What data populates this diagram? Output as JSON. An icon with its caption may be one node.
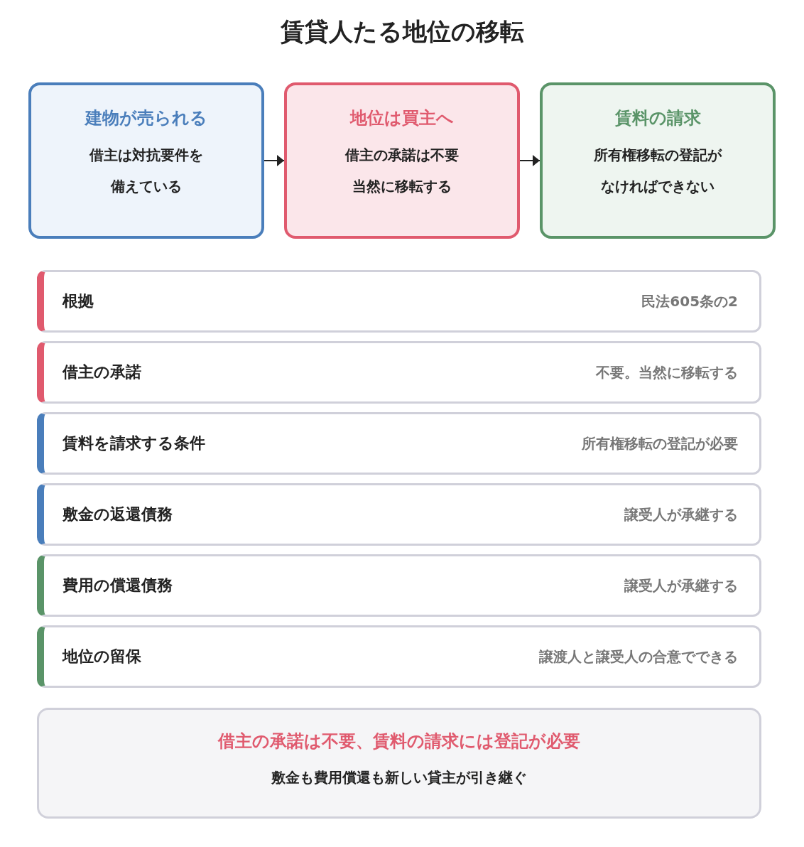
{
  "diagram": {
    "title": "賃貸人たる地位の移転",
    "nodes": [
      {
        "text": [
          "建物が売られる",
          "借主は対抗要件を備えている"
        ]
      },
      {
        "text": [
          "地位は買主へ",
          "借主の承諾は不要当然に移転する"
        ]
      },
      {
        "text": [
          "賃料の請求",
          "所有権移転の登記がなければできない"
        ]
      },
      {
        "text": [
          "根拠",
          "民法605条の2"
        ]
      },
      {
        "text": [
          "借主の承諾",
          "不要。当然に移転する"
        ]
      },
      {
        "text": [
          "賃料を請求する条件",
          "所有権移転の登記が必要"
        ]
      },
      {
        "text": [
          "敷金の返還債務",
          "譲受人が承継する"
        ]
      },
      {
        "text": [
          "費用の償還債務",
          "譲受人が承継する"
        ]
      },
      {
        "text": [
          "地位の留保",
          "譲渡人と譲受人の合意でできる"
        ]
      },
      {
        "text": [
          "借主の承諾は不要、賃料の請求には登記が必要",
          "敷金も費用償還も新しい貸主が引き継ぐ"
        ]
      }
    ],
    "edges": [
      {
        "from": 0,
        "to": 1,
        "arrow": "to"
      },
      {
        "from": 1,
        "to": 2,
        "arrow": "to"
      }
    ]
  }
}
